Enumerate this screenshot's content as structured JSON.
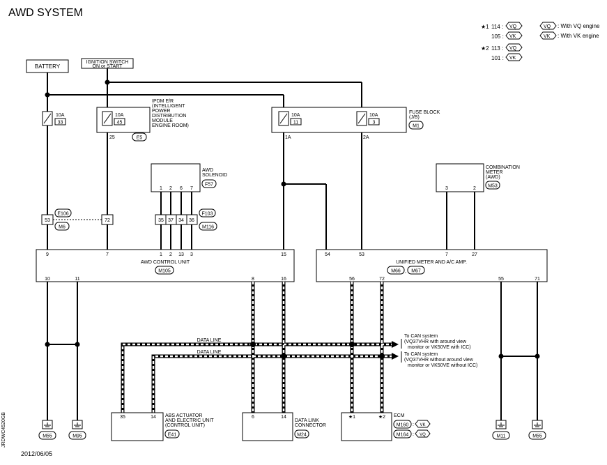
{
  "title": "AWD SYSTEM",
  "date": "2012/06/05",
  "doc_code": "JRDWC4520GB",
  "legend": {
    "star1": "★1",
    "star2": "★2",
    "n114": "114 :",
    "n105": "105 :",
    "n113": "113 :",
    "n101": "101 :",
    "vq": "VQ",
    "vk": "VK",
    "with_vq": ": With VQ engine",
    "with_vk": ": With VK engine"
  },
  "battery": "BATTERY",
  "ign": {
    "line1": "IGNITION SWITCH",
    "line2": "ON or START"
  },
  "ipdm": {
    "l1": "IPDM E/R",
    "l2": "(INTELLIGENT",
    "l3": "POWER",
    "l4": "DISTRIBUTION",
    "l5": "MODULE",
    "l6": "ENGINE ROOM)",
    "conn": "E5",
    "pin": "25"
  },
  "fuse": {
    "amp": "10A",
    "f33": "33",
    "f45": "45",
    "f11": "11",
    "f3": "3"
  },
  "fuseblock": {
    "l1": "FUSE BLOCK",
    "l2": "(J/B)",
    "conn": "M1",
    "pin1": "1A",
    "pin2": "2A"
  },
  "solenoid": {
    "l1": "AWD",
    "l2": "SOLENOID",
    "conn": "F57",
    "pins": [
      "1",
      "2",
      "6",
      "7"
    ]
  },
  "inline": {
    "c1": "E106",
    "c2": "M6",
    "p53": "53",
    "p72": "72",
    "c3": "F103",
    "c4": "M116",
    "pins": [
      "35",
      "37",
      "34",
      "36"
    ]
  },
  "combo": {
    "l1": "COMBINATION",
    "l2": "METER",
    "l3": "(AWD)",
    "conn": "M53",
    "p3": "3",
    "p2": "2"
  },
  "awd_cu": {
    "name": "AWD CONTROL UNIT",
    "conn": "M105",
    "top_pins": [
      "9",
      "7",
      "1",
      "2",
      "13",
      "3",
      "15"
    ],
    "bottom_pins": [
      "10",
      "11",
      "8",
      "16"
    ]
  },
  "meter": {
    "name": "UNIFIED METER AND A/C AMP.",
    "conn1": "M66",
    "conn2": "M67",
    "sep": ",",
    "top_pins": [
      "54",
      "53",
      "7",
      "27"
    ],
    "bottom_pins": [
      "56",
      "72",
      "55",
      "71"
    ]
  },
  "data_line": "DATA LINE",
  "can1": {
    "l1": "To CAN system",
    "l2": "(VQ37VHR with around view",
    "l3": "monitor or VK50VE with ICC)"
  },
  "can2": {
    "l1": "To CAN system",
    "l2": "(VQ37VHR without around view",
    "l3": "monitor or VK50VE without ICC)"
  },
  "abs": {
    "l1": "ABS ACTUATOR",
    "l2": "AND ELECTRIC UNIT",
    "l3": "(CONTROL UNIT)",
    "conn": "E41",
    "p35": "35",
    "p14": "14"
  },
  "dlc": {
    "l1": "DATA LINK",
    "l2": "CONNECTOR",
    "conn": "M24",
    "p6": "6",
    "p14": "14"
  },
  "ecm": {
    "name": "ECM",
    "c1": "M160",
    "c2": "M164",
    "vk": "VK",
    "vq": "VQ",
    "p1": "★1",
    "p2": "★2"
  },
  "grounds": [
    "M55",
    "M95",
    "M11",
    "M55"
  ]
}
